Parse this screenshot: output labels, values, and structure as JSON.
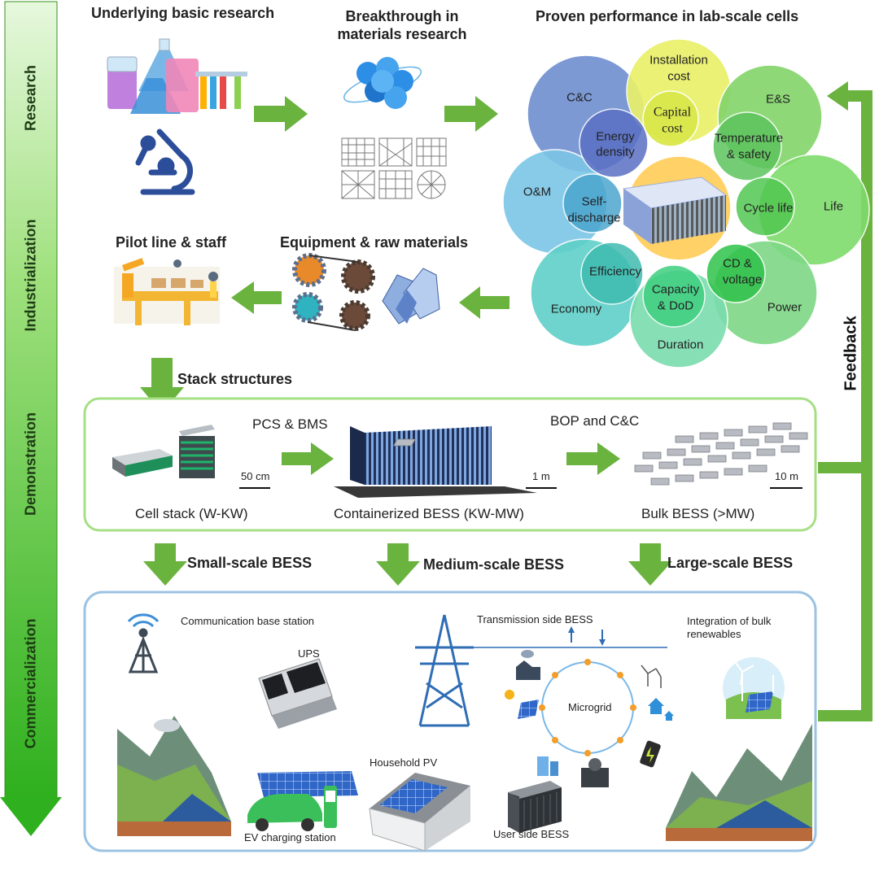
{
  "stages": {
    "research": "Research",
    "industrialization": "Industrialization",
    "demonstration": "Demonstration",
    "commercialization": "Commercialization"
  },
  "research": {
    "basic": "Underlying basic research",
    "breakthrough_line1": "Breakthrough in",
    "breakthrough_line2": "materials research",
    "proven": "Proven performance in lab-scale cells"
  },
  "circles": {
    "installation_line1": "Installation",
    "installation_line2": "cost",
    "capital_line1": "Capital",
    "capital_line2": "cost",
    "cc": "C&C",
    "energy_line1": "Energy",
    "energy_line2": "density",
    "es": "E&S",
    "temp_line1": "Temperature",
    "temp_line2": "& safety",
    "om": "O&M",
    "self_line1": "Self-",
    "self_line2": "discharge",
    "cycle": "Cycle life",
    "life": "Life",
    "efficiency": "Efficiency",
    "economy": "Economy",
    "cdv_line1": "CD &",
    "cdv_line2": "voltage",
    "power": "Power",
    "capacity_line1": "Capacity",
    "capacity_line2": "& DoD",
    "duration": "Duration"
  },
  "industrialization": {
    "pilot": "Pilot line & staff",
    "equipment": "Equipment & raw materials",
    "stack": "Stack structures"
  },
  "demonstration": {
    "pcs": "PCS & BMS",
    "bop": "BOP and C&C",
    "scale_50cm": "50 cm",
    "scale_1m": "1 m",
    "scale_10m": "10 m",
    "cell_stack": "Cell stack (W-KW)",
    "containerized": "Containerized BESS (KW-MW)",
    "bulk": "Bulk BESS (>MW)"
  },
  "scales": {
    "small": "Small-scale BESS",
    "medium": "Medium-scale BESS",
    "large": "Large-scale BESS"
  },
  "commercialization": {
    "communication": "Communication base station",
    "ups": "UPS",
    "ev": "EV charging station",
    "household": "Household PV",
    "transmission": "Transmission side BESS",
    "microgrid": "Microgrid",
    "user": "User side BESS",
    "integration_line1": "Integration of bulk",
    "integration_line2": "renewables"
  },
  "feedback": "Feedback",
  "colors": {
    "arrow_green": "#6ab33e",
    "box_green": "#a6df86",
    "box_blue": "#9cc3e3"
  }
}
